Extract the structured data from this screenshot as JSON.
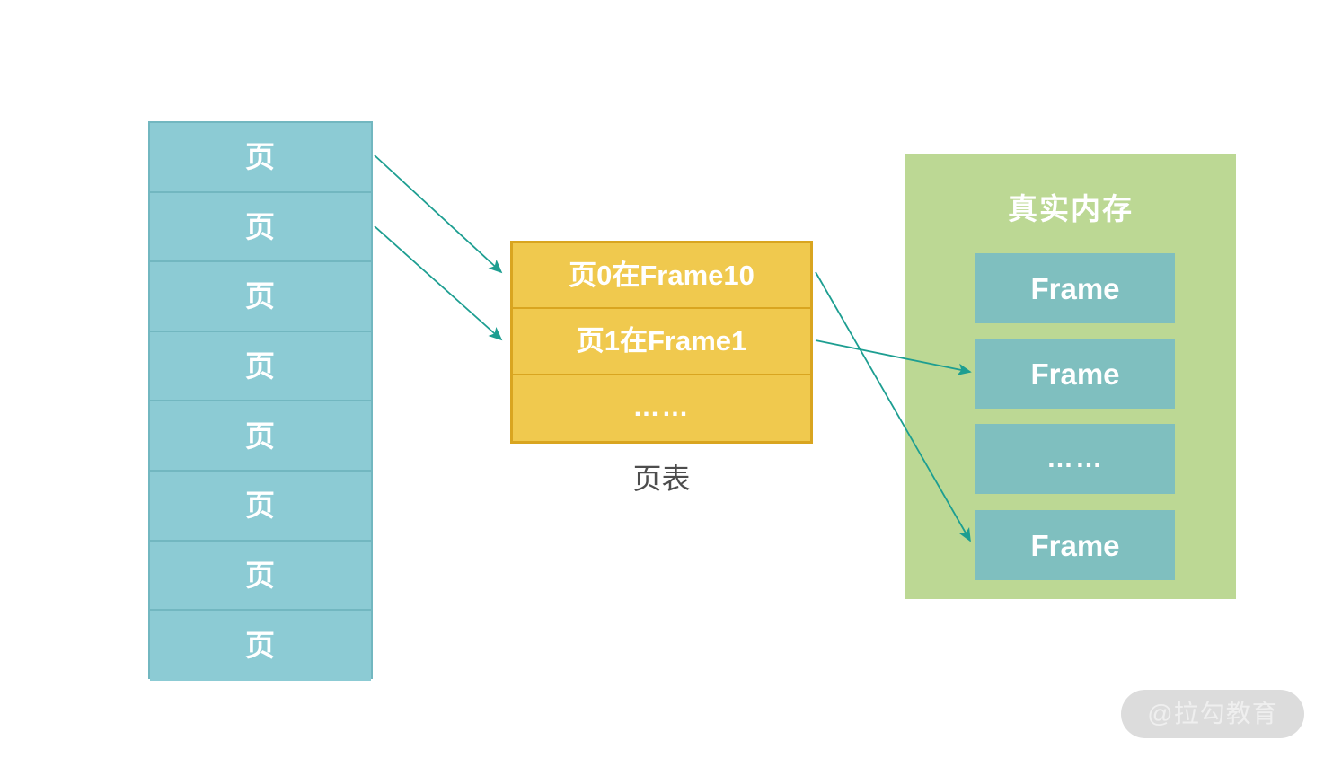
{
  "diagram": {
    "title": "virtual-memory-paging",
    "colors": {
      "page_fill": "#8CCBD4",
      "page_border": "#72B7C0",
      "table_fill": "#F0C94E",
      "table_border": "#D9A520",
      "memory_fill": "#BCD894",
      "frame_fill": "#7FBFBF",
      "arrow": "#1D9E91",
      "caption_text": "#4D4D4D",
      "watermark_bg": "#DCDCDC",
      "watermark_text": "#EFEFEF"
    }
  },
  "pages_column": {
    "name": "virtual-pages",
    "cells": [
      {
        "label": "页"
      },
      {
        "label": "页"
      },
      {
        "label": "页"
      },
      {
        "label": "页"
      },
      {
        "label": "页"
      },
      {
        "label": "页"
      },
      {
        "label": "页"
      },
      {
        "label": "页"
      }
    ]
  },
  "page_table": {
    "caption": "页表",
    "rows": [
      {
        "label": "页0在Frame10"
      },
      {
        "label": "页1在Frame1"
      },
      {
        "label": "……"
      }
    ]
  },
  "memory": {
    "title": "真实内存",
    "frames": [
      {
        "label": "Frame"
      },
      {
        "label": "Frame"
      },
      {
        "label": "……"
      },
      {
        "label": "Frame"
      }
    ]
  },
  "arrows": [
    {
      "name": "page0-to-table-row0",
      "from": "page-cell-0",
      "to": "page-table-row-0"
    },
    {
      "name": "page1-to-table-row1",
      "from": "page-cell-1",
      "to": "page-table-row-1"
    },
    {
      "name": "table-row0-to-frame3",
      "from": "page-table-row-0",
      "to": "frame-3"
    },
    {
      "name": "table-row1-to-frame1",
      "from": "page-table-row-1",
      "to": "frame-1"
    }
  ],
  "watermark": {
    "text": "@拉勾教育"
  }
}
